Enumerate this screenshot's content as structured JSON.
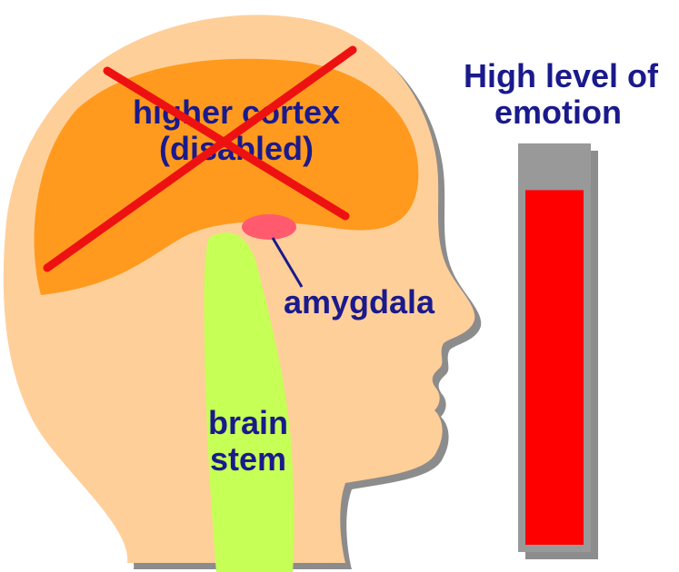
{
  "labels": {
    "cortex_line1": "higher cortex",
    "cortex_line2": "(disabled)",
    "amygdala": "amygdala",
    "brain_stem_line1": "brain",
    "brain_stem_line2": "stem",
    "meter_title_line1": "High level of",
    "meter_title_line2": "emotion"
  },
  "emotion_meter": {
    "level_fraction": 0.9
  },
  "colors": {
    "skin": "#ffcf99",
    "cortex": "#ff9a1e",
    "cross": "#ee1111",
    "amygdala": "#ff5a6e",
    "brain_stem": "#c6ff56",
    "label_text": "#1a1a8c",
    "meter_empty": "#999999",
    "meter_fill": "#ff0000",
    "shadow": "#8c8c8c"
  }
}
